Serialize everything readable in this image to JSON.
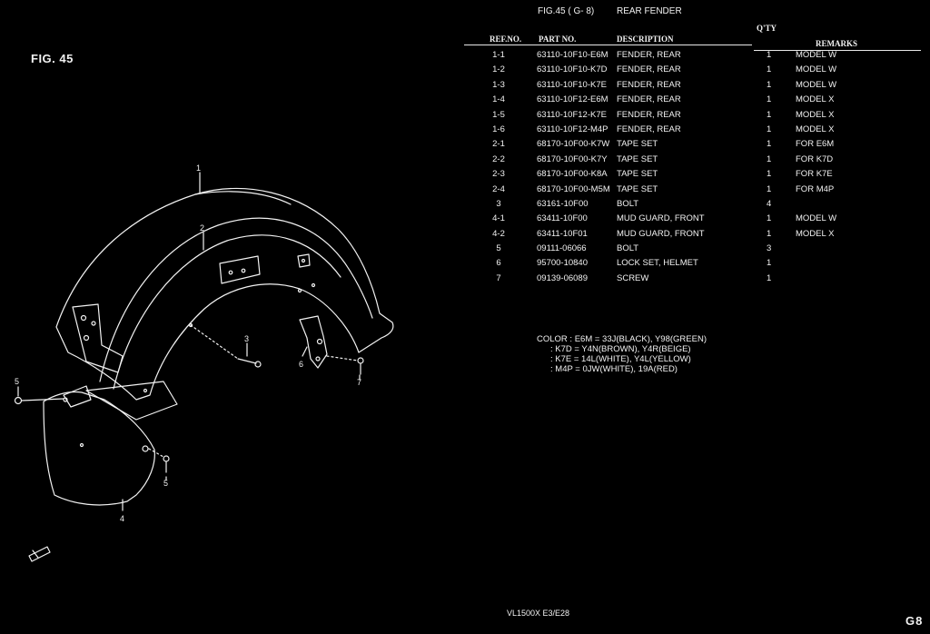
{
  "fig_label": "FIG. 45",
  "header": {
    "fig_ref": "FIG.45 ( G- 8)",
    "title": "REAR FENDER"
  },
  "columns": {
    "ref": "REF.NO.",
    "part": "PART NO.",
    "desc": "DESCRIPTION",
    "qty": "Q'TY",
    "remarks": "REMARKS"
  },
  "parts": [
    {
      "ref": "1-1",
      "part": "63110-10F10-E6M",
      "desc": "FENDER, REAR",
      "qty": "1",
      "remarks": "MODEL W"
    },
    {
      "ref": "1-2",
      "part": "63110-10F10-K7D",
      "desc": "FENDER, REAR",
      "qty": "1",
      "remarks": "MODEL W"
    },
    {
      "ref": "1-3",
      "part": "63110-10F10-K7E",
      "desc": "FENDER, REAR",
      "qty": "1",
      "remarks": "MODEL W"
    },
    {
      "ref": "1-4",
      "part": "63110-10F12-E6M",
      "desc": "FENDER, REAR",
      "qty": "1",
      "remarks": "MODEL X"
    },
    {
      "ref": "1-5",
      "part": "63110-10F12-K7E",
      "desc": "FENDER, REAR",
      "qty": "1",
      "remarks": "MODEL X"
    },
    {
      "ref": "1-6",
      "part": "63110-10F12-M4P",
      "desc": "FENDER, REAR",
      "qty": "1",
      "remarks": "MODEL X"
    },
    {
      "ref": "2-1",
      "part": "68170-10F00-K7W",
      "desc": "TAPE SET",
      "qty": "1",
      "remarks": "FOR E6M"
    },
    {
      "ref": "2-2",
      "part": "68170-10F00-K7Y",
      "desc": "TAPE SET",
      "qty": "1",
      "remarks": "FOR K7D"
    },
    {
      "ref": "2-3",
      "part": "68170-10F00-K8A",
      "desc": "TAPE SET",
      "qty": "1",
      "remarks": "FOR K7E"
    },
    {
      "ref": "2-4",
      "part": "68170-10F00-M5M",
      "desc": "TAPE SET",
      "qty": "1",
      "remarks": "FOR M4P"
    },
    {
      "ref": "3",
      "part": "63161-10F00",
      "desc": "BOLT",
      "qty": "4",
      "remarks": ""
    },
    {
      "ref": "4-1",
      "part": "63411-10F00",
      "desc": "MUD GUARD, FRONT",
      "qty": "1",
      "remarks": "MODEL W"
    },
    {
      "ref": "4-2",
      "part": "63411-10F01",
      "desc": "MUD GUARD, FRONT",
      "qty": "1",
      "remarks": "MODEL X"
    },
    {
      "ref": "5",
      "part": "09111-06066",
      "desc": "BOLT",
      "qty": "3",
      "remarks": ""
    },
    {
      "ref": "6",
      "part": "95700-10840",
      "desc": "LOCK SET, HELMET",
      "qty": "1",
      "remarks": ""
    },
    {
      "ref": "7",
      "part": "09139-06089",
      "desc": "SCREW",
      "qty": "1",
      "remarks": ""
    }
  ],
  "color_note": [
    "COLOR : E6M = 33J(BLACK), Y98(GREEN)",
    ": K7D = Y4N(BROWN), Y4R(BEIGE)",
    ": K7E = 14L(WHITE), Y4L(YELLOW)",
    ": M4P = 0JW(WHITE), 19A(RED)"
  ],
  "diagram_callouts": {
    "c1": "1",
    "c2": "2",
    "c3": "3",
    "c4": "4",
    "c5a": "5",
    "c5b": "5",
    "c6": "6",
    "c7": "7"
  },
  "footer": {
    "model": "VL1500X  E3/E28",
    "page": "G8"
  }
}
